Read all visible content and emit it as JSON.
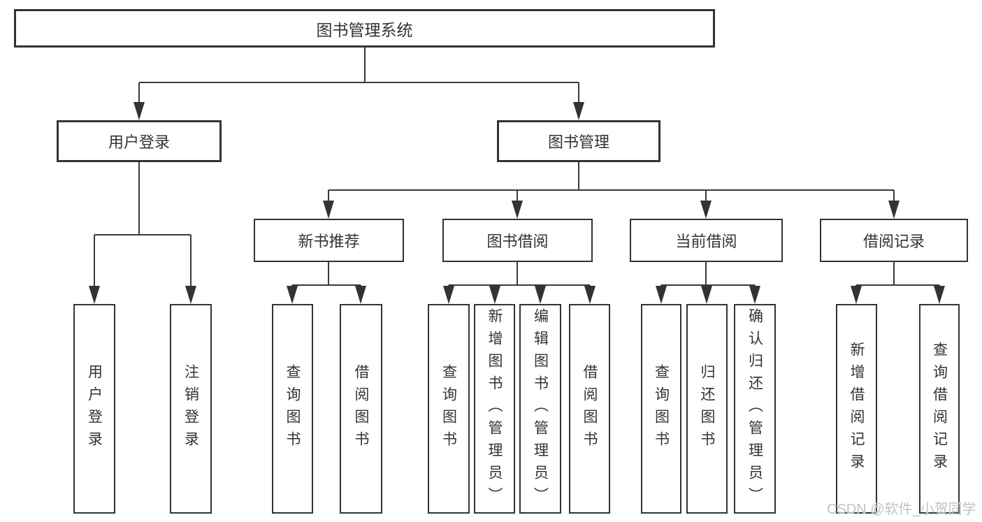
{
  "diagram": {
    "nodes": {
      "root": "图书管理系统",
      "user_login": "用户登录",
      "book_mgmt": "图书管理",
      "new_book_rec": "新书推荐",
      "book_borrow": "图书借阅",
      "current_borrow": "当前借阅",
      "borrow_records": "借阅记录",
      "leaf_user_login": "用户登录",
      "leaf_logout": "注销登录",
      "leaf_query_book_rec": "查询图书",
      "leaf_borrow_book_rec": "借阅图书",
      "leaf_query_book_borrow": "查询图书",
      "leaf_add_book": "新增图书（管理员）",
      "leaf_edit_book": "编辑图书（管理员）",
      "leaf_borrow_book_borrow": "借阅图书",
      "leaf_query_book_current": "查询图书",
      "leaf_return_book": "归还图书",
      "leaf_confirm_return": "确认归还（管理员）",
      "leaf_add_borrow_record": "新增借阅记录",
      "leaf_query_borrow_record": "查询借阅记录"
    },
    "watermark": "CSDN @软件_小贺同学",
    "colors": {
      "line": "#3a3a3a",
      "box_border": "#333333",
      "text": "#333333",
      "background": "#ffffff",
      "watermark": "#c2c2c2"
    }
  }
}
